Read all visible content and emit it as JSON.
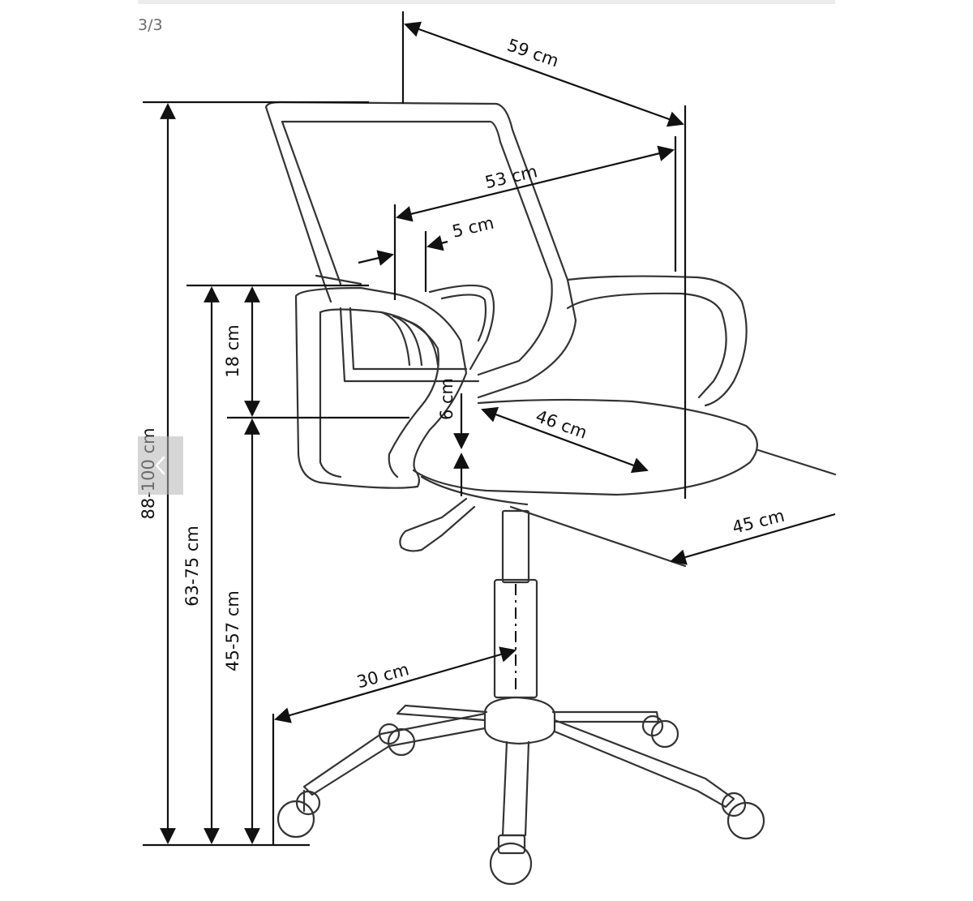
{
  "gallery": {
    "counter": "3/3",
    "prev_icon": "chevron-left-icon"
  },
  "diagram": {
    "labels": {
      "width_total": "59 cm",
      "width_seat_back": "53 cm",
      "backrest_thickness": "5 cm",
      "height_total": "88-100 cm",
      "armrest_height": "18 cm",
      "armrest_floor_height": "63-75 cm",
      "seat_height": "45-57 cm",
      "seat_thickness": "6 cm",
      "seat_depth": "46 cm",
      "seat_width": "45 cm",
      "base_radius": "30 cm"
    }
  }
}
